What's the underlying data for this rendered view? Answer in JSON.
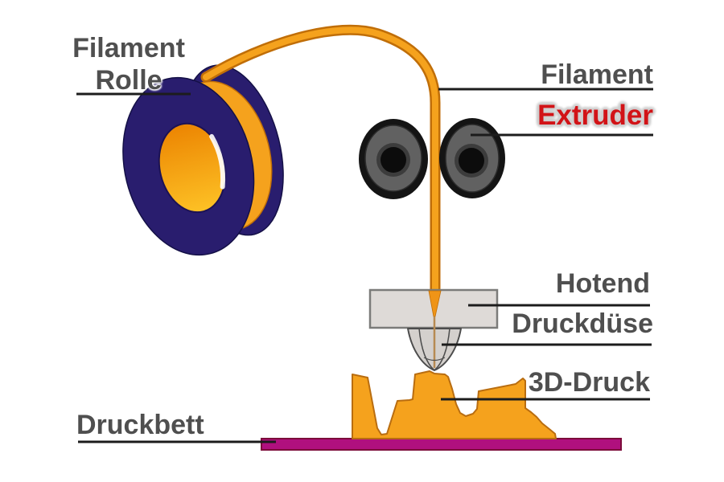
{
  "labels": {
    "spool": {
      "line1": "Filament",
      "line2": "Rolle"
    },
    "filament": "Filament",
    "extruder": "Extruder",
    "hotend": "Hotend",
    "nozzle": "Druckdüse",
    "print": "3D-Druck",
    "bed": "Druckbett"
  },
  "colors": {
    "background": "#ffffff",
    "spool_navy": "#291d6e",
    "spool_outline": "#141046",
    "filament_orange": "#f5a21d",
    "filament_outline": "#c06e08",
    "hub_gradient_top": "#ec8502",
    "hub_gradient_bottom": "#fdc125",
    "wheel_black": "#141414",
    "wheel_gray": "#616161",
    "wheel_hub_ring": "#3c3c3c",
    "hotend_gray": "#dedad7",
    "hotend_border": "#7b7b79",
    "nozzle_gray": "#d4d0cd",
    "nozzle_line": "#4c4c4c",
    "melted_filament_tan": "#b78a52",
    "bed_magenta": "#b0107e",
    "bed_outline": "#7c0c3a",
    "pointer_line_black": "#1c1c1c",
    "label_gray": "#4f4f4f",
    "extruder_label_red": "#d21317"
  }
}
